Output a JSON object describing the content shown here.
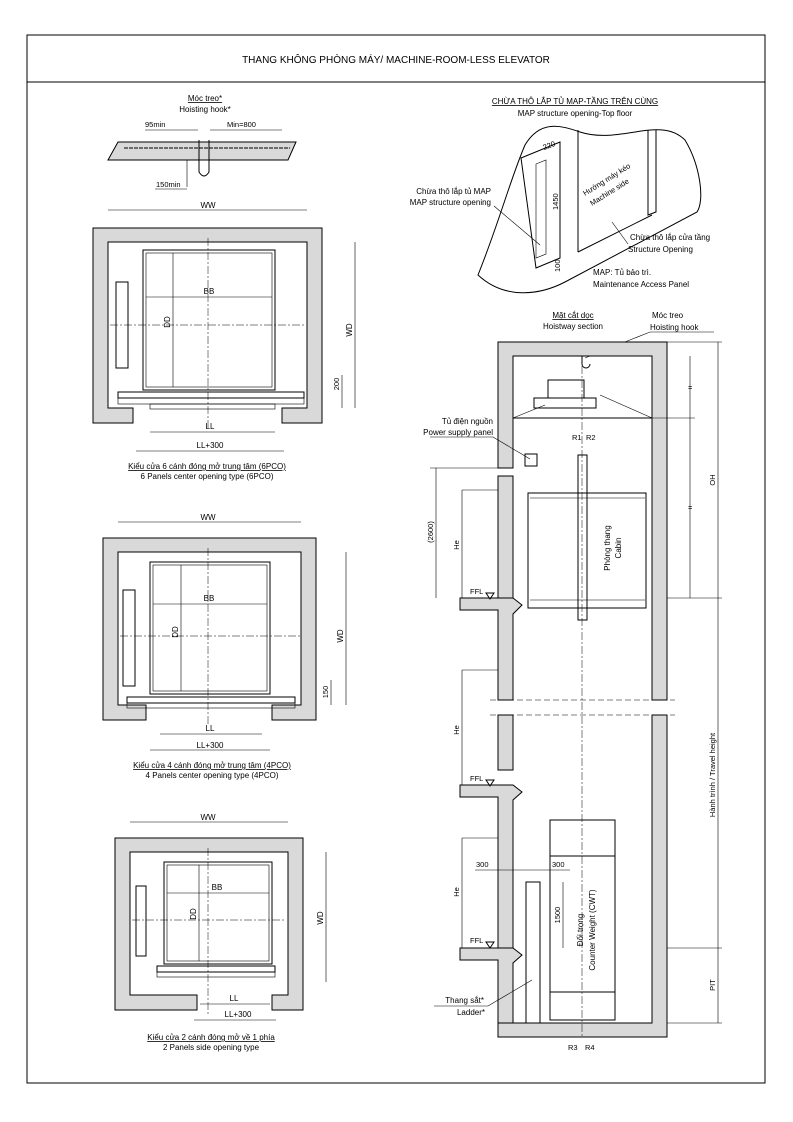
{
  "title": "THANG KHÔNG PHÒNG MÁY/  MACHINE-ROOM-LESS ELEVATOR",
  "hook_detail": {
    "label_vi": "Móc treo*",
    "label_en": "Hoisting hook*",
    "dim_left": "95min",
    "dim_right": "Min=800",
    "dim_depth": "150min"
  },
  "plans": [
    {
      "ww": "WW",
      "wd": "WD",
      "bb": "BB",
      "dd": "DD",
      "ll": "LL",
      "ll300": "LL+300",
      "offset": "200",
      "caption_vi": "Kiểu cửa 6 cánh đóng mở trung tâm (6PCO)",
      "caption_en": "6 Panels center opening type (6PCO)"
    },
    {
      "ww": "WW",
      "wd": "WD",
      "bb": "BB",
      "dd": "DD",
      "ll": "LL",
      "ll300": "LL+300",
      "offset": "150",
      "caption_vi": "Kiểu cửa 4 cánh đóng mở trung tâm (4PCO)",
      "caption_en": "4 Panels center opening type (4PCO)"
    },
    {
      "ww": "WW",
      "wd": "WD",
      "bb": "BB",
      "dd": "DD",
      "ll": "LL",
      "ll300": "LL+300",
      "caption_vi": "Kiểu cửa 2 cánh đóng mở về 1 phía",
      "caption_en": "2 Panels side opening type"
    }
  ],
  "map_detail": {
    "title_vi": "CHỪA THÔ LẮP TỦ MAP-TẦNG TRÊN CÙNG",
    "title_en": "MAP structure opening-Top floor",
    "dim_width": "220",
    "dim_height": "1450",
    "dim_bottom": "100",
    "machine_vi": "Hướng máy kéo",
    "machine_en": "Machine side",
    "map_open_vi": "Chừa thô lắp tủ MAP",
    "map_open_en": "MAP structure opening",
    "struct_vi": "Chừa thô lắp cửa tầng",
    "struct_en": "Structure Opening",
    "map_note_vi": "MAP: Tủ bảo trì.",
    "map_note_en": "Maintenance Access Panel"
  },
  "section": {
    "title_vi": "Mặt cắt dọc",
    "title_en": "Hoistway section",
    "hook_vi": "Móc treo",
    "hook_en": "Hoisting hook",
    "power_vi": "Tủ điện nguồn",
    "power_en": "Power supply panel",
    "r1": "R1",
    "r2": "R2",
    "r3": "R3",
    "r4": "R4",
    "cabin_vi": "Phòng thang",
    "cabin_en": "Cabin",
    "cwt_vi": "Đối trọng",
    "cwt_en": "Counter Weight (CWT)",
    "ladder_vi": "Thang sắt*",
    "ladder_en": "Ladder*",
    "he": "He",
    "h2600": "(2600)",
    "ffl": "FFL",
    "oh": "OH",
    "eq": "=",
    "travel": "Hành trình / Travel height",
    "pit": "PIT",
    "d300a": "300",
    "d300b": "300",
    "d1500": "1500"
  }
}
